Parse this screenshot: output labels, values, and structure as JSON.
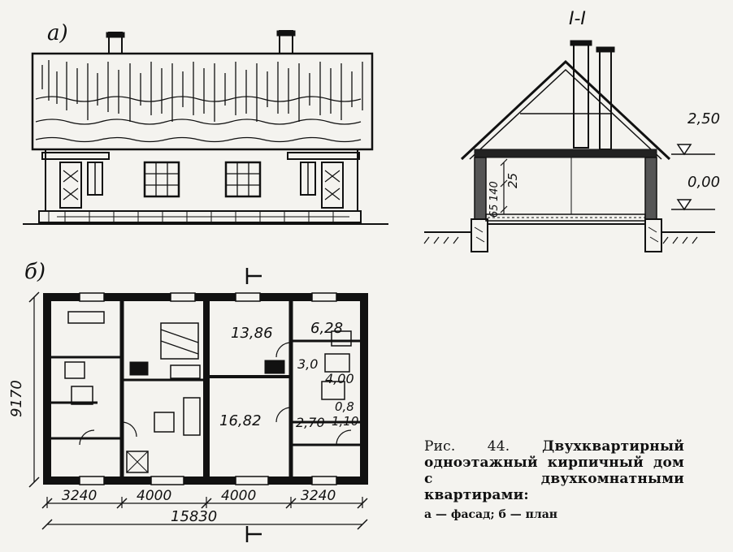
{
  "facade": {
    "label": "а)"
  },
  "section": {
    "title": "I-I",
    "levels": [
      "2,50",
      "0,00"
    ],
    "dims": [
      "65",
      "140",
      "25"
    ]
  },
  "plan": {
    "label": "б)",
    "rooms": [
      "13,86",
      "6,28",
      "3,0",
      "4,00",
      "16,82",
      "2,70",
      "0,8",
      "1,10"
    ],
    "dim_height": "9170",
    "dims_bottom": [
      "3240",
      "4000",
      "4000",
      "3240"
    ],
    "dim_total": "15830"
  },
  "caption": {
    "fig": "Рис. 44.",
    "title": "Двухквартирный одноэтажный кирпичный дом с двухкомнатными квартирами:",
    "legend": "а — фасад; б — план"
  }
}
